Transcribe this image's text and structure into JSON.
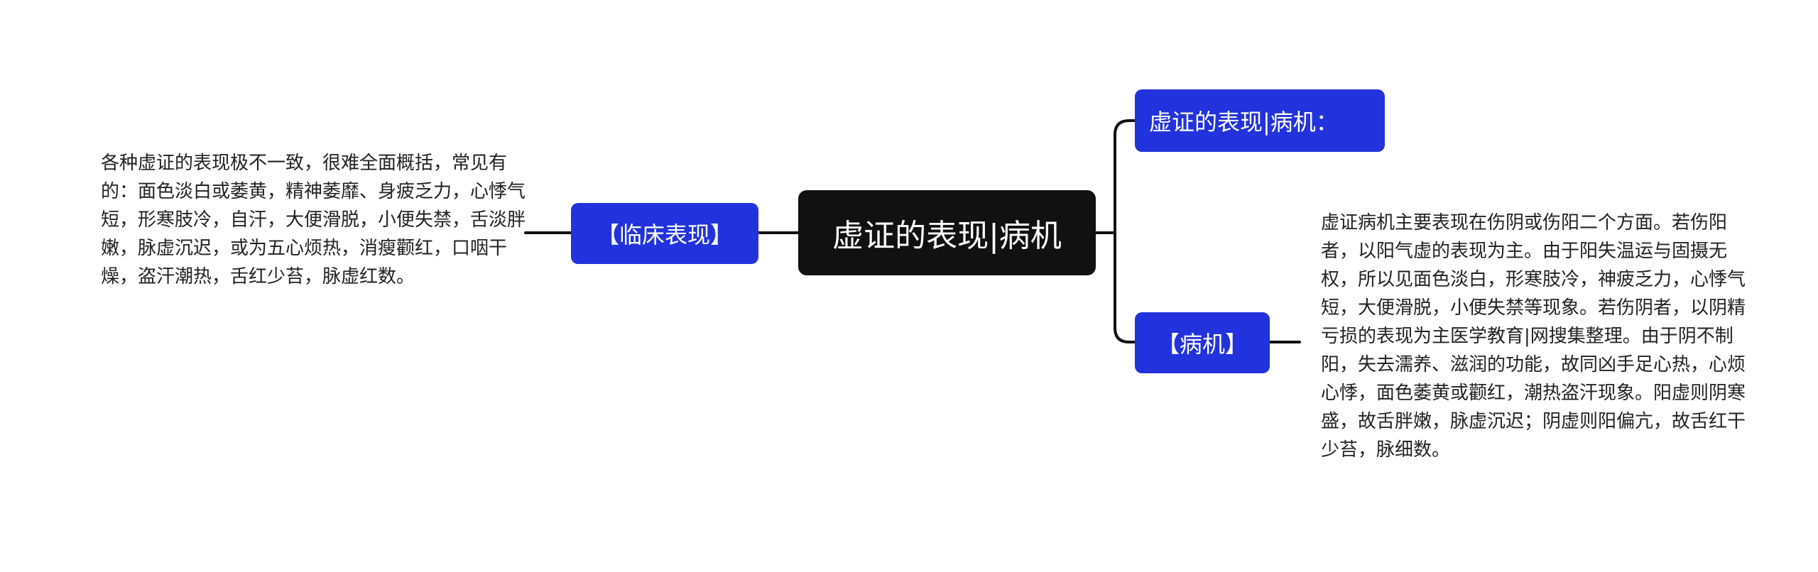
{
  "diagram": {
    "central": "虚证的表现|病机",
    "left_branch": {
      "label": "【临床表现】",
      "detail": "各种虚证的表现极不一致，很难全面概括，常见有的：面色淡白或萎黄，精神萎靡、身疲乏力，心悸气短，形寒肢冷，自汗，大便滑脱，小便失禁，舌淡胖嫩，脉虚沉迟，或为五心烦热，消瘦颧红，口咽干燥，盗汗潮热，舌红少苔，脉虚红数。"
    },
    "right_branches": [
      {
        "label": "虚证的表现|病机："
      },
      {
        "label": "【病机】",
        "detail": "虚证病机主要表现在伤阴或伤阳二个方面。若伤阳者，以阳气虚的表现为主。由于阳失温运与固摄无权，所以见面色淡白，形寒肢冷，神疲乏力，心悸气短，大便滑脱，小便失禁等现象。若伤阴者，以阴精亏损的表现为主医学教育|网搜集整理。由于阴不制阳，失去濡养、滋润的功能，故同凶手足心热，心烦心悸，面色萎黄或颧红，潮热盗汗现象。阳虚则阴寒盛，故舌胖嫩，脉虚沉迟；阴虚则阳偏亢，故舌红干少苔，脉细数。"
      }
    ],
    "colors": {
      "central_bg": "#111111",
      "branch_bg": "#2233dd",
      "line": "#111111",
      "text": "#222222"
    }
  }
}
